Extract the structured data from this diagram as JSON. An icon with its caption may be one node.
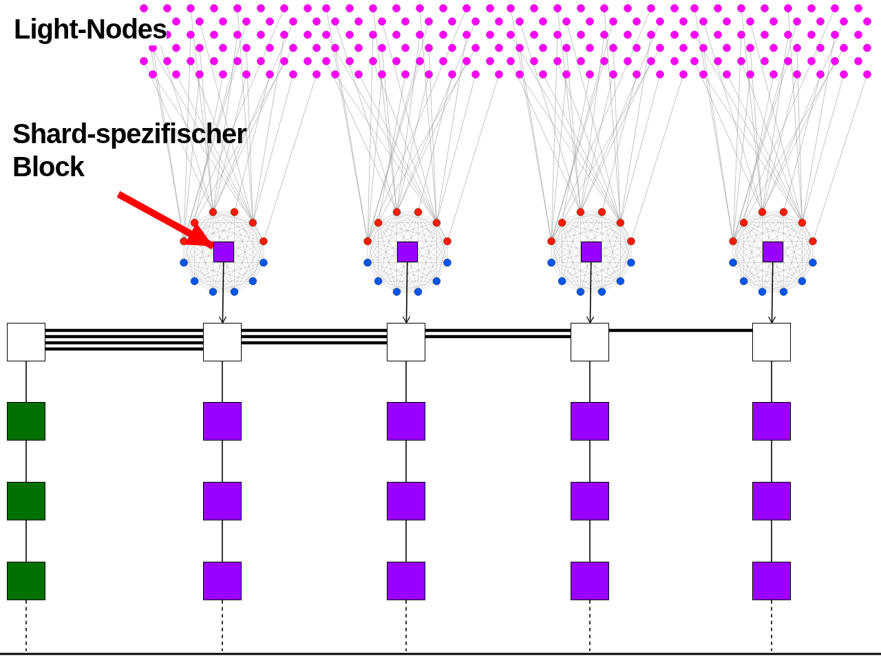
{
  "diagram": {
    "nodes": [
      {
        "text": [
          "Shard-spezifischer Block"
        ]
      },
      {
        "text": [],
        "shape": "box"
      },
      {
        "text": [],
        "shape": "box"
      },
      {
        "text": [],
        "shape": "box"
      },
      {
        "text": [],
        "shape": "box"
      },
      {
        "text": [],
        "shape": "box"
      },
      {
        "text": [],
        "shape": "box"
      },
      {
        "text": [],
        "shape": "box"
      },
      {
        "text": [],
        "shape": "box"
      },
      {
        "text": [],
        "shape": "box"
      },
      {
        "text": [],
        "shape": "box"
      },
      {
        "text": [],
        "shape": "box"
      },
      {
        "text": [],
        "shape": "box"
      },
      {
        "text": [],
        "shape": "box"
      },
      {
        "text": [],
        "shape": "box"
      },
      {
        "text": [],
        "shape": "box"
      },
      {
        "text": [],
        "shape": "box"
      },
      {
        "text": [],
        "shape": "box"
      },
      {
        "text": [],
        "shape": "box"
      },
      {
        "text": [],
        "shape": "box"
      },
      {
        "text": [],
        "shape": "box"
      },
      {
        "text": [],
        "shape": "box"
      },
      {
        "text": [],
        "shape": "box"
      },
      {
        "text": [],
        "shape": "box"
      },
      {
        "text": [],
        "shape": "box"
      }
    ],
    "edges": [
      {
        "from": 0,
        "to": 1,
        "arrow": "to",
        "style": "thick",
        "color": "#ff0000"
      },
      {
        "from": 1,
        "to": 6,
        "arrow": "to"
      },
      {
        "from": 2,
        "to": 7,
        "arrow": "to"
      },
      {
        "from": 3,
        "to": 8,
        "arrow": "to"
      },
      {
        "from": 4,
        "to": 9,
        "arrow": "to"
      },
      {
        "from": 5,
        "to": 6,
        "arrow": "none",
        "style": "thick"
      },
      {
        "from": 5,
        "to": 6,
        "arrow": "none",
        "style": "thick"
      },
      {
        "from": 5,
        "to": 6,
        "arrow": "none",
        "style": "thick"
      },
      {
        "from": 5,
        "to": 6,
        "arrow": "none",
        "style": "thick"
      },
      {
        "from": 6,
        "to": 7,
        "arrow": "none",
        "style": "thick"
      },
      {
        "from": 6,
        "to": 7,
        "arrow": "none",
        "style": "thick"
      },
      {
        "from": 6,
        "to": 7,
        "arrow": "none",
        "style": "thick"
      },
      {
        "from": 7,
        "to": 8,
        "arrow": "none",
        "style": "thick"
      },
      {
        "from": 7,
        "to": 8,
        "arrow": "none",
        "style": "thick"
      },
      {
        "from": 8,
        "to": 9,
        "arrow": "none",
        "style": "thick"
      },
      {
        "from": 5,
        "to": 10,
        "arrow": "none"
      },
      {
        "from": 10,
        "to": 11,
        "arrow": "none"
      },
      {
        "from": 11,
        "to": 12,
        "arrow": "none"
      },
      {
        "from": 12,
        "to": null,
        "arrow": "none",
        "style": "dashed"
      },
      {
        "from": 6,
        "to": 13,
        "arrow": "none"
      },
      {
        "from": 13,
        "to": 14,
        "arrow": "none"
      },
      {
        "from": 14,
        "to": 15,
        "arrow": "none"
      },
      {
        "from": 15,
        "to": null,
        "arrow": "none",
        "style": "dashed"
      },
      {
        "from": 7,
        "to": 16,
        "arrow": "none"
      },
      {
        "from": 16,
        "to": 17,
        "arrow": "none"
      },
      {
        "from": 17,
        "to": 18,
        "arrow": "none"
      },
      {
        "from": 18,
        "to": null,
        "arrow": "none",
        "style": "dashed"
      },
      {
        "from": 8,
        "to": 19,
        "arrow": "none"
      },
      {
        "from": 19,
        "to": 20,
        "arrow": "none"
      },
      {
        "from": 20,
        "to": 21,
        "arrow": "none"
      },
      {
        "from": 21,
        "to": null,
        "arrow": "none",
        "style": "dashed"
      },
      {
        "from": 9,
        "to": 22,
        "arrow": "none"
      },
      {
        "from": 22,
        "to": 23,
        "arrow": "none"
      },
      {
        "from": 23,
        "to": 24,
        "arrow": "none"
      },
      {
        "from": 24,
        "to": null,
        "arrow": "none",
        "style": "dashed"
      }
    ],
    "labels": [
      "Light-Nodes"
    ]
  }
}
